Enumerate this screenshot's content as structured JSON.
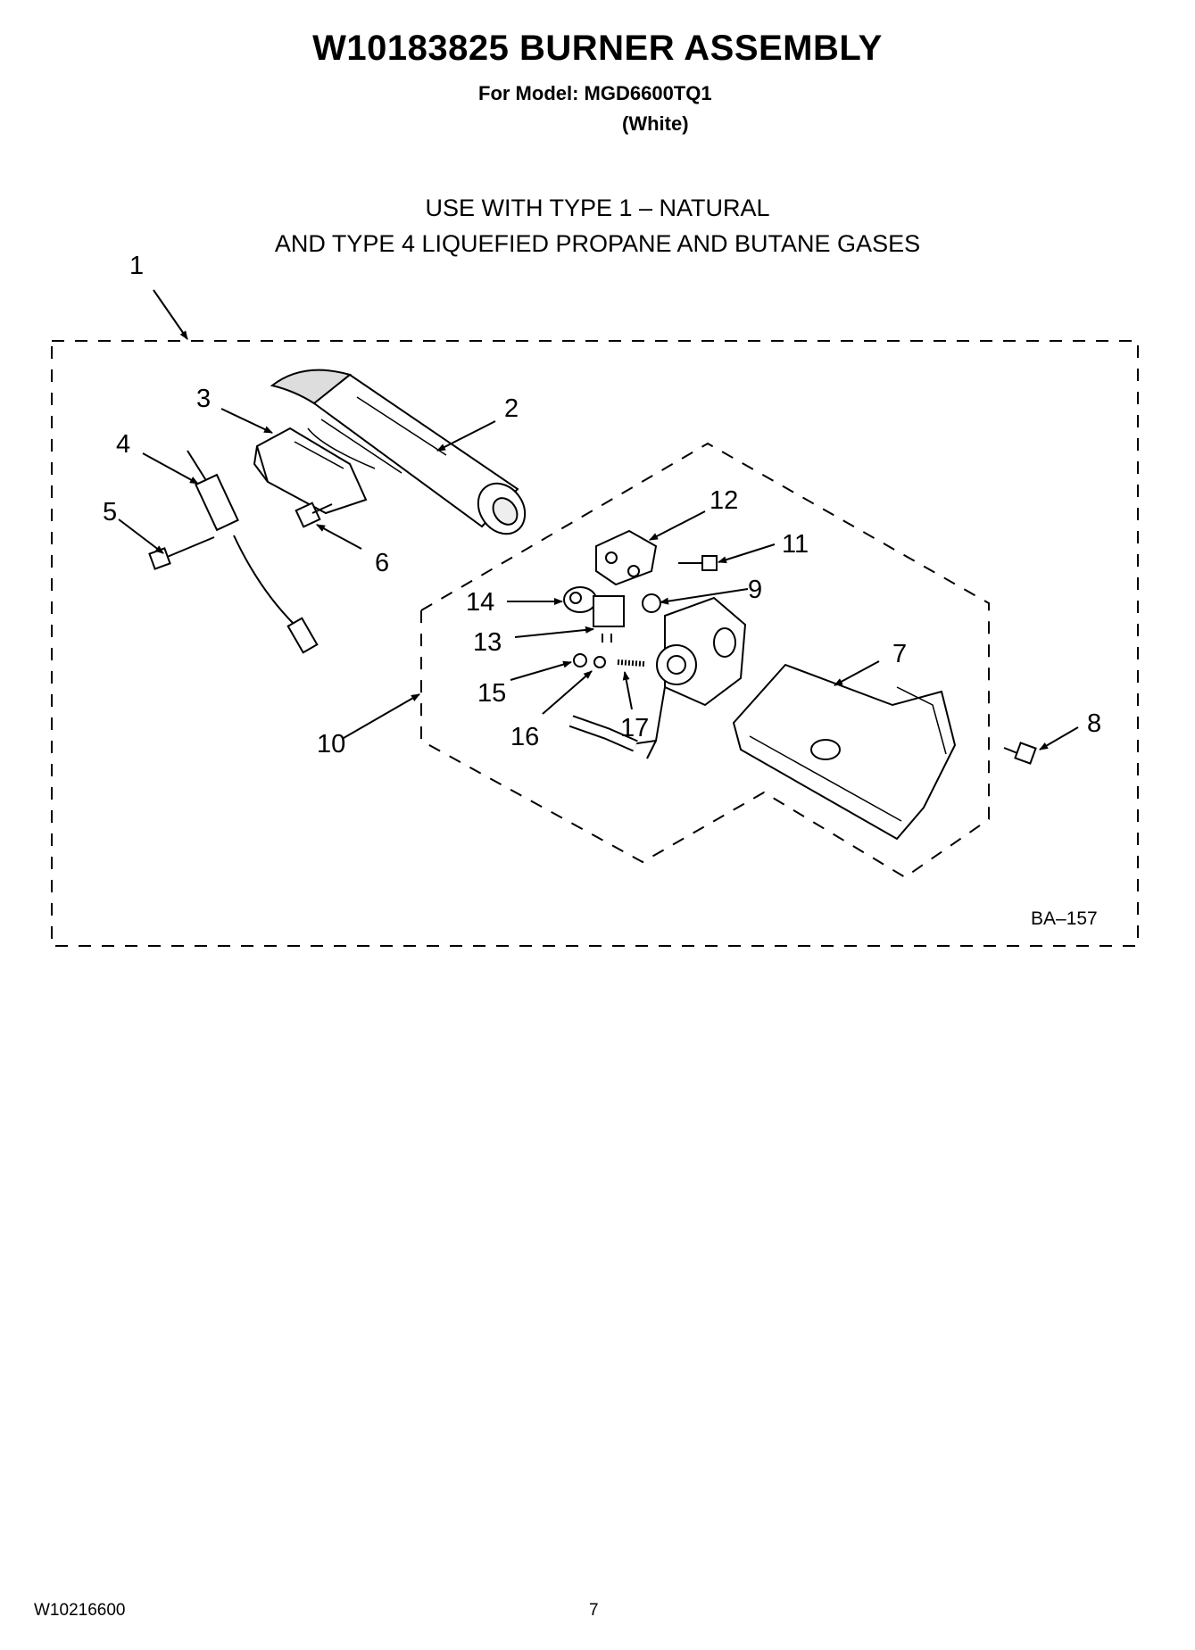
{
  "header": {
    "title": "W10183825 BURNER ASSEMBLY",
    "model_line": "For Model: MGD6600TQ1",
    "color_line": "(White)"
  },
  "usage": {
    "line1": "USE WITH TYPE 1 –  NATURAL",
    "line2": "AND TYPE 4    LIQUEFIED PROPANE AND BUTANE GASES"
  },
  "diagram": {
    "code": "BA–157",
    "callouts": [
      "1",
      "2",
      "3",
      "4",
      "5",
      "6",
      "7",
      "8",
      "9",
      "10",
      "11",
      "12",
      "13",
      "14",
      "15",
      "16",
      "17"
    ]
  },
  "footer": {
    "doc_number": "W10216600",
    "page_number": "7"
  }
}
